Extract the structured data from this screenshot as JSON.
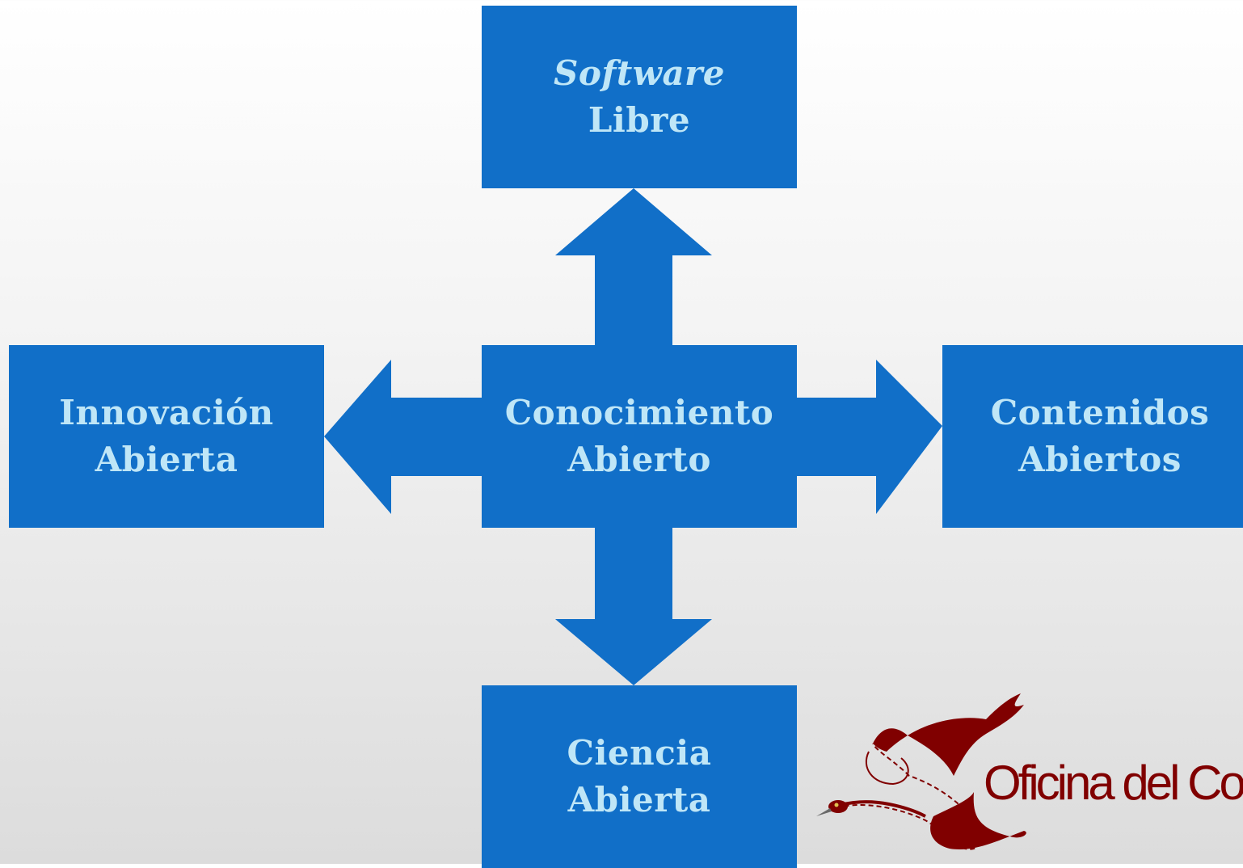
{
  "diagram": {
    "center": {
      "line1": "Conocimiento",
      "line2": "Abierto"
    },
    "top": {
      "line1": "Software",
      "line2": "Libre"
    },
    "left": {
      "line1": "Innovación",
      "line2": "Abierta"
    },
    "right": {
      "line1": "Contenidos",
      "line2": "Abiertos"
    },
    "bottom": {
      "line1": "Ciencia",
      "line2": "Abierta"
    }
  },
  "logo": {
    "text": "Oficina del Cono",
    "icon": "flying-bird-icon"
  },
  "colors": {
    "box_fill": "#116fc8",
    "box_text": "#bfe6f7",
    "logo": "#800000"
  }
}
